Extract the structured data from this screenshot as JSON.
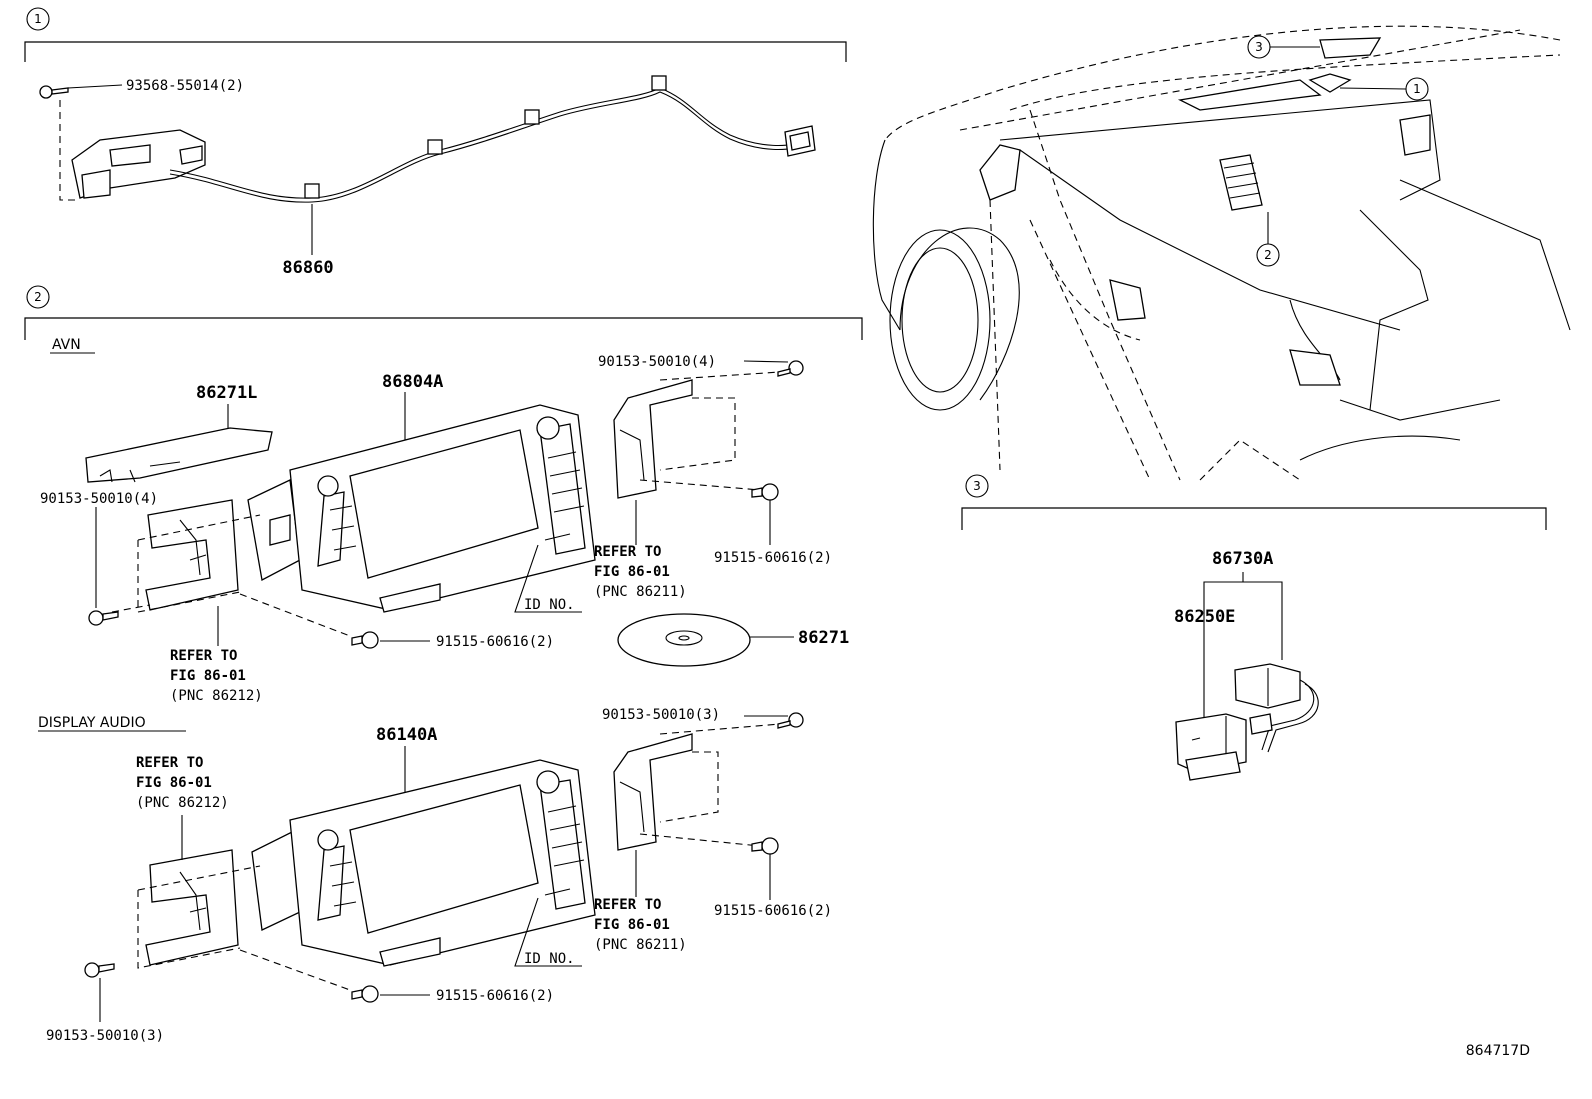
{
  "diagram_id": "864717D",
  "sections": {
    "s1": {
      "badge": "1",
      "pnc_cable": "86860",
      "bolt": "93568-55014(2)"
    },
    "s2": {
      "badge": "2",
      "avn": {
        "title": "AVN",
        "pnc_unit": "86804A",
        "pnc_bracket": "86271L",
        "bolt_ul": "90153-50010(4)",
        "bolt_ur": "90153-50010(4)",
        "screw_r": "91515-60616(2)",
        "screw_b": "91515-60616(2)",
        "refer_left": [
          "REFER TO",
          "FIG 86-01",
          "(PNC 86212)"
        ],
        "refer_right": [
          "REFER TO",
          "FIG 86-01",
          "(PNC 86211)"
        ],
        "id_no": "ID NO.",
        "pnc_disc": "86271"
      },
      "display_audio": {
        "title": "DISPLAY AUDIO",
        "pnc_unit": "86140A",
        "bolt_ur": "90153-50010(3)",
        "bolt_bl": "90153-50010(3)",
        "screw_r": "91515-60616(2)",
        "screw_b": "91515-60616(2)",
        "refer_left": [
          "REFER TO",
          "FIG 86-01",
          "(PNC 86212)"
        ],
        "refer_right": [
          "REFER TO",
          "FIG 86-01",
          "(PNC 86211)"
        ],
        "id_no": "ID NO."
      }
    },
    "s3": {
      "badge": "3",
      "pnc_assy": "86730A",
      "pnc_part": "86250E"
    },
    "car_callouts": [
      "3",
      "1",
      "2"
    ]
  }
}
